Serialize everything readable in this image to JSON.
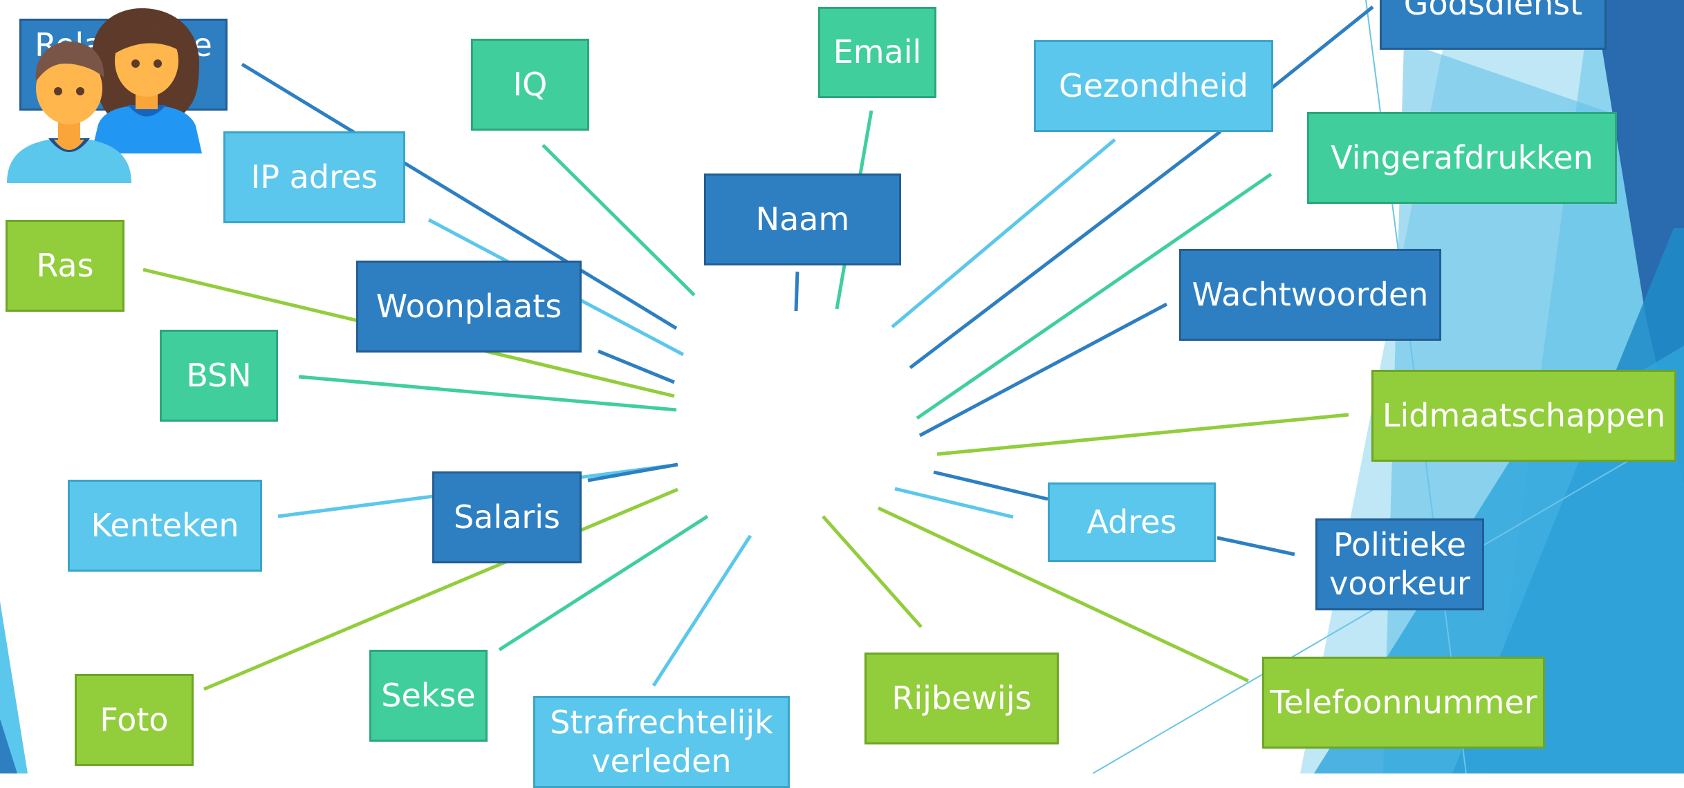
{
  "colors": {
    "dark_blue": "#2E7FC2",
    "light_blue": "#5BC7EC",
    "teal": "#40CF9C",
    "green": "#92CD3C",
    "dark_blue_border": "#225D93",
    "light_blue_border": "#3BA4C9",
    "teal_border": "#2BA77B",
    "green_border": "#6FA523"
  },
  "center_icon": "people-icon",
  "nodes": {
    "naam": "Naam",
    "email": "Email",
    "iq": "IQ",
    "relationele_staat": "Relationele\nstaat",
    "ip_adres": "IP adres",
    "ras": "Ras",
    "woonplaats": "Woonplaats",
    "bsn": "BSN",
    "kenteken": "Kenteken",
    "salaris": "Salaris",
    "foto": "Foto",
    "sekse": "Sekse",
    "strafrechtelijk_verleden": "Strafrechtelijk\nverleden",
    "rijbewijs": "Rijbewijs",
    "telefoonnummer": "Telefoonnummer",
    "politieke_voorkeur": "Politieke\nvoorkeur",
    "adres": "Adres",
    "lidmaatschappen": "Lidmaatschappen",
    "wachtwoorden": "Wachtwoorden",
    "vingerafdrukken": "Vingerafdrukken",
    "gezondheid": "Gezondheid",
    "godsdienst": "Godsdienst"
  }
}
